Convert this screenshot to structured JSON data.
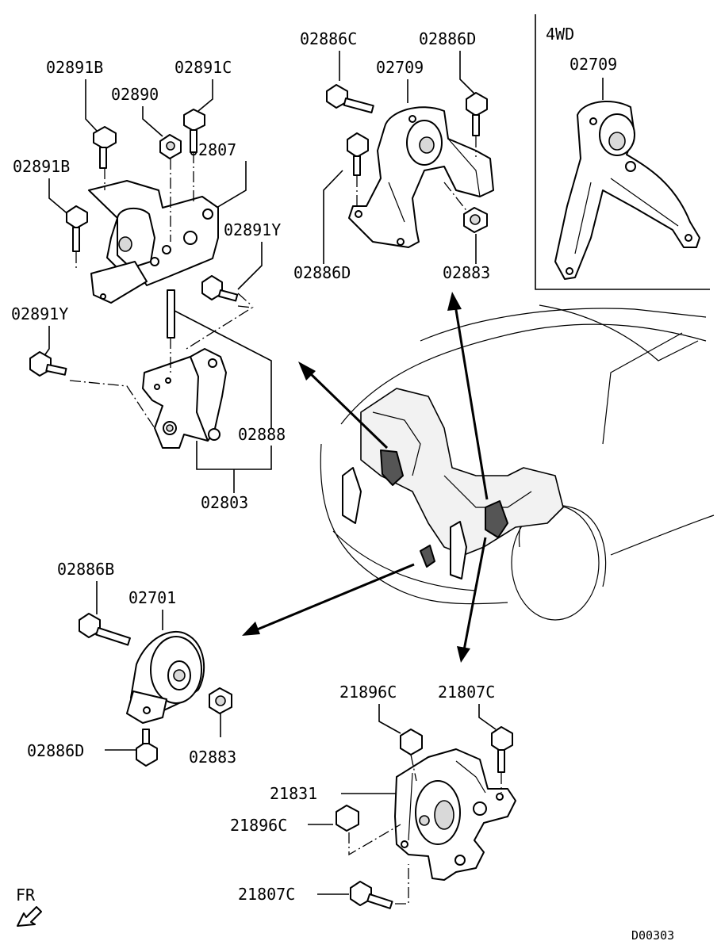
{
  "inset": {
    "title": "4WD",
    "part": "02709"
  },
  "labels": {
    "l1": "02891B",
    "l2": "02891C",
    "l3": "02890",
    "l4": "02807",
    "l5": "02891B",
    "l6": "02891Y",
    "l7": "02891Y",
    "l8": "02888",
    "l9": "02803",
    "l10": "02886C",
    "l11": "02886D",
    "l12": "02709",
    "l13": "02886D",
    "l14": "02883",
    "l15": "02886B",
    "l16": "02701",
    "l17": "02886D",
    "l18": "02883",
    "l19": "21896C",
    "l20": "21807C",
    "l21": "21831",
    "l22": "21896C",
    "l23": "21807C"
  },
  "direction": "FR",
  "drawing_code": "D00303"
}
